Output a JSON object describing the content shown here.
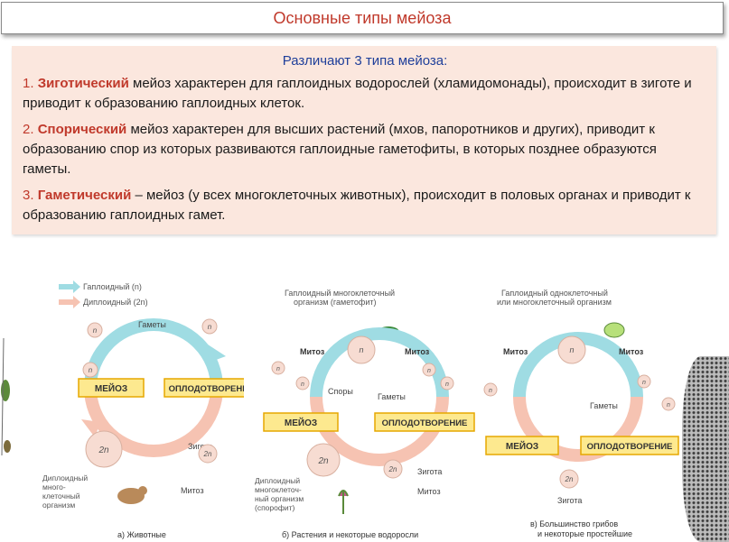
{
  "title": "Основные типы мейоза",
  "info": {
    "heading": "Различают 3 типа мейоза:",
    "items": [
      {
        "num": "1. ",
        "kw": "Зиготический",
        "text": " мейоз характерен для гаплоидных водорослей (хламидомонады), происходит в зиготе и приводит к образованию гаплоидных клеток."
      },
      {
        "num": "2. ",
        "kw": "Спорический",
        "text": " мейоз характерен для высших растений (мхов, папоротников и других), приводит к образованию спор из которых развиваются гаплоидные гаметофиты, в которых позднее образуются гаметы."
      },
      {
        "num": "3. ",
        "kw": "Гаметический",
        "text": " – мейоз (у всех многоклеточных животных), происходит в половых органах и приводит к образованию гаплоидных гамет."
      }
    ]
  },
  "diagrams": {
    "a": {
      "legend_haploid": "Гаплоидный (n)",
      "legend_diploid": "Диплоидный (2n)",
      "gametes": "Гаметы",
      "meiosis": "МЕЙОЗ",
      "fertilization": "ОПЛОДОТВОРЕНИЕ",
      "zygote": "Зигота",
      "mitosis": "Митоз",
      "organism": "Диплоидный\nмного-\nклеточный\nорганизм",
      "caption": "а) Животные",
      "n": "n",
      "two_n": "2n"
    },
    "b": {
      "gametophyte": "Гаплоидный многоклеточный\nорганизм (гаметофит)",
      "mitosis_left": "Митоз",
      "mitosis_right": "Митоз",
      "spores": "Споры",
      "gametes": "Гаметы",
      "meiosis": "МЕЙОЗ",
      "fertilization": "ОПЛОДОТВОРЕНИЕ",
      "zygote": "Зигота",
      "mitosis_bottom": "Митоз",
      "sporophyte": "Диплоидный\nмногоклеточ-\nный организм\n(спорофит)",
      "caption": "б) Растения и некоторые водоросли",
      "n": "n",
      "two_n": "2n"
    },
    "c": {
      "organism": "Гаплоидный одноклеточный\nили многоклеточный организм",
      "mitosis_left": "Митоз",
      "mitosis_right": "Митоз",
      "gametes": "Гаметы",
      "meiosis": "МЕЙОЗ",
      "fertilization": "ОПЛОДОТВОРЕНИЕ",
      "zygote": "Зигота",
      "caption": "в) Большинство грибов\nи некоторые простейшие",
      "n": "n",
      "two_n": "2n"
    }
  },
  "colors": {
    "title_text": "#c0392b",
    "keyword": "#c0392b",
    "heading": "#1f3f9a",
    "info_bg": "#fbe7de",
    "haploid_arrow": "#9fdce3",
    "diploid_arrow": "#f6c3b2",
    "label_box": "#fde98f",
    "label_border": "#e6a700",
    "cell": "#f7dcd2"
  }
}
